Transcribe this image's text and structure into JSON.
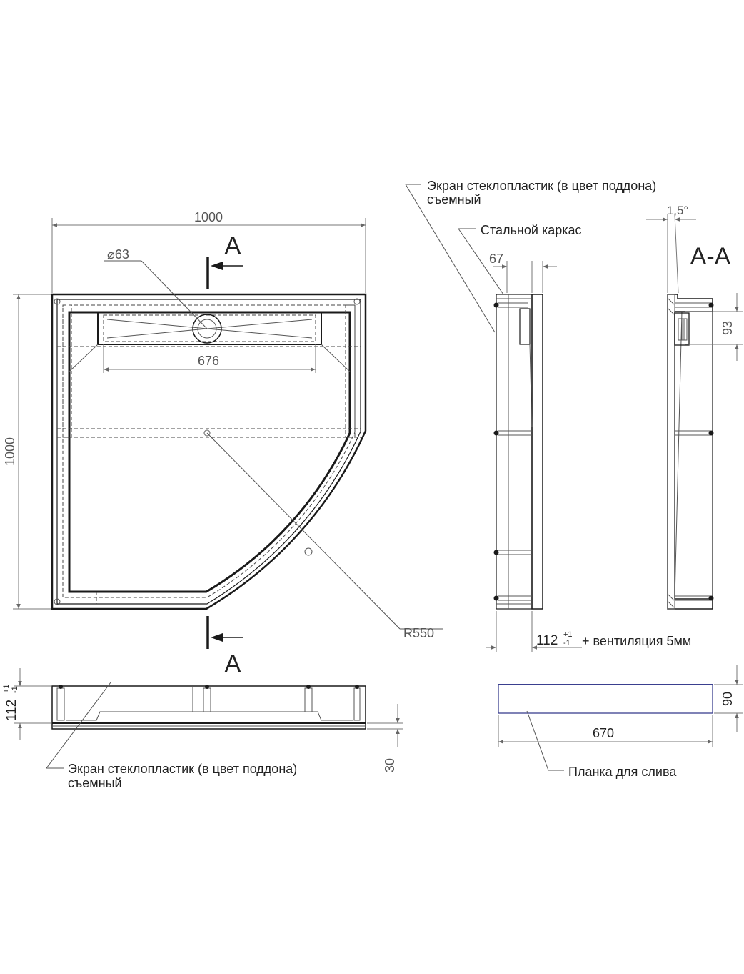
{
  "plan": {
    "width_dim": "1000",
    "height_dim": "1000",
    "diameter_dim": "⌀63",
    "inner_dim": "676",
    "radius_dim": "R550",
    "section_mark": "A"
  },
  "side_view": {
    "screen_label_1": "Экран стеклопластик (в цвет поддона)",
    "screen_label_2": "съемный",
    "frame_label": "Стальной каркас",
    "top_dim": "67",
    "depth_dim": "112",
    "tol_plus": "+1",
    "tol_minus": "-1",
    "vent_text": "+ вентиляция 5мм"
  },
  "section": {
    "title": "А-А",
    "angle_dim": "1,5°",
    "depth_dim": "93"
  },
  "front_view": {
    "height_dim": "112",
    "tol_plus": "+1",
    "tol_minus": "-1",
    "base_dim": "30",
    "screen_label_1": "Экран стеклопластик (в цвет поддона)",
    "screen_label_2": "съемный"
  },
  "drain_plank": {
    "height_dim": "90",
    "length_dim": "670",
    "label": "Планка для слива"
  }
}
